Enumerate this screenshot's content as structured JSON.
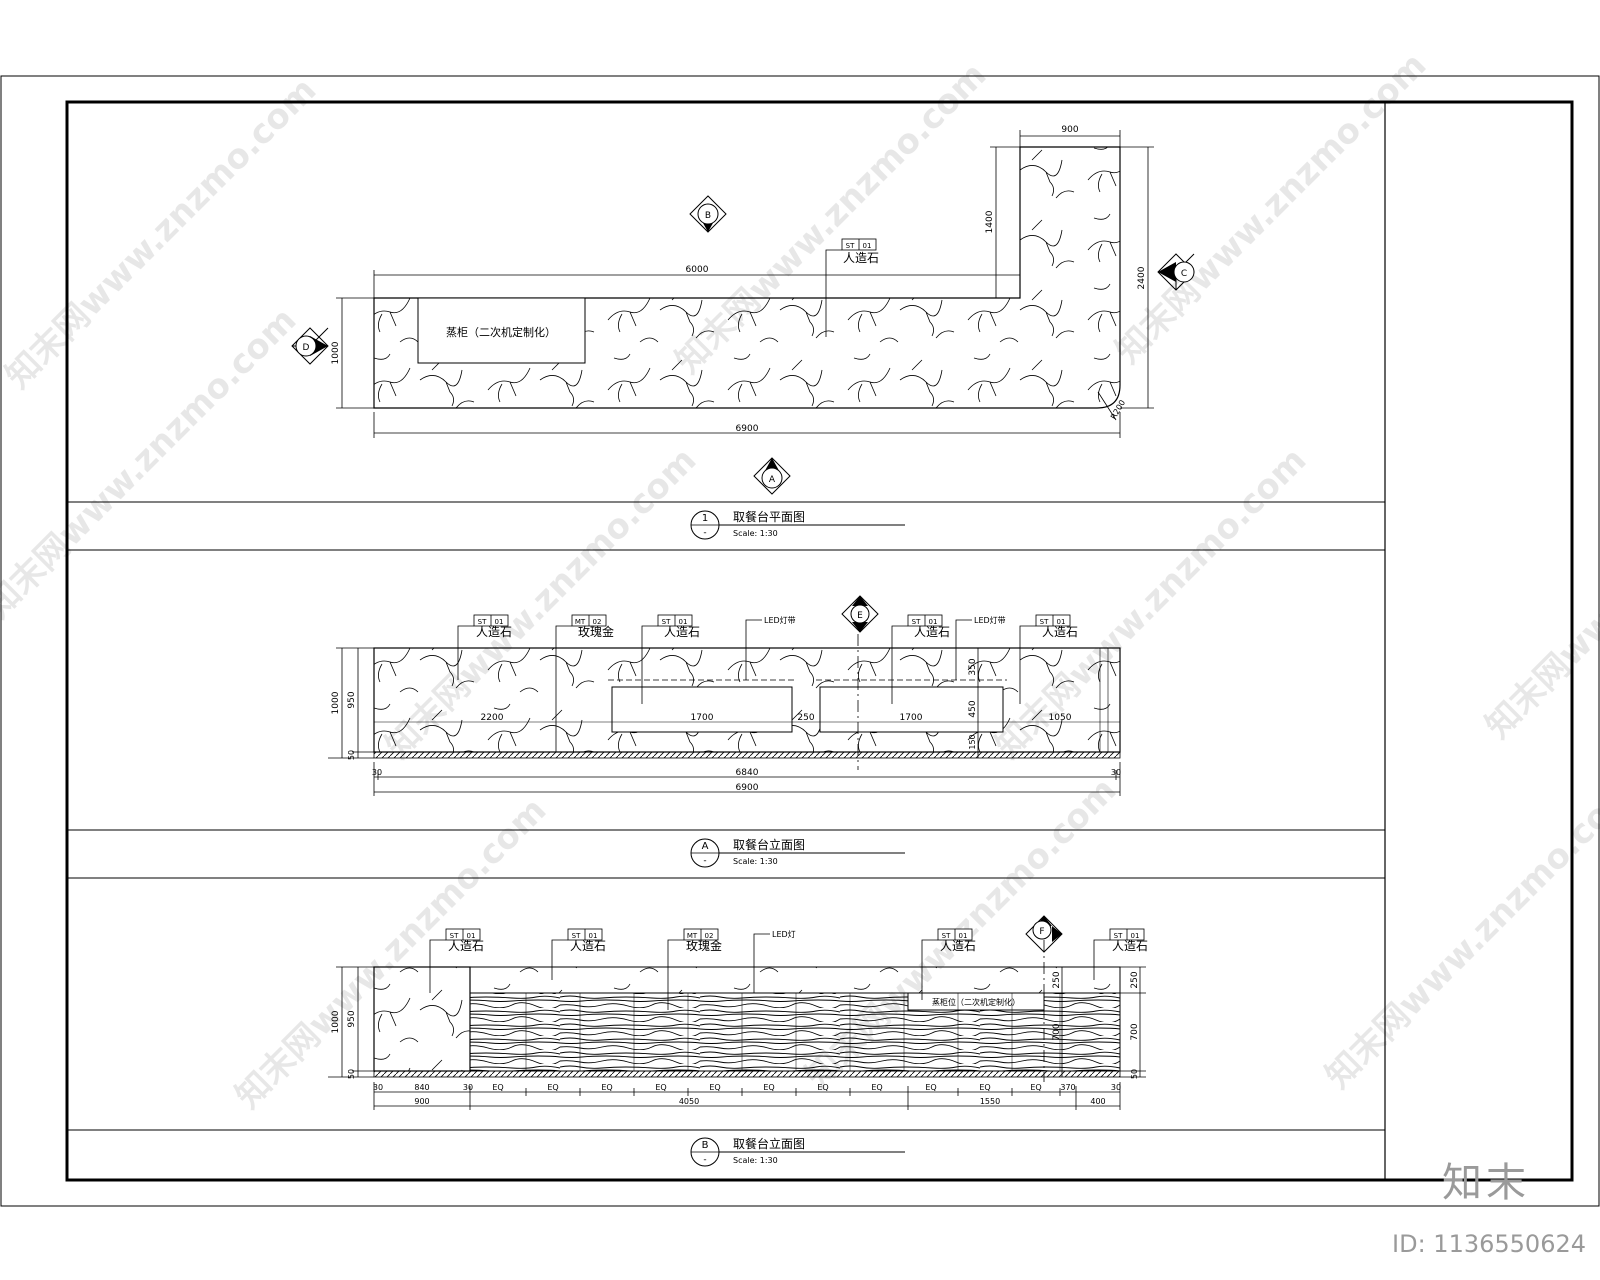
{
  "plan": {
    "dims": {
      "top_width": "6000",
      "right_width": "900",
      "left_height": "1000",
      "return_height": "1400",
      "right_height": "2400",
      "total_width": "6900",
      "corner_radius": "R200"
    },
    "markers": {
      "b": "B",
      "c": "C",
      "d": "D",
      "a": "A"
    },
    "tag": {
      "code": "ST",
      "num": "01",
      "material": "人造石"
    },
    "recess_label": "蒸柜（二次机定制化）",
    "title_num": "1",
    "title_sub": "-",
    "title": "取餐台平面图",
    "scale": "Scale: 1:30"
  },
  "elev_a": {
    "tags": [
      {
        "code": "ST",
        "num": "01",
        "material": "人造石"
      },
      {
        "code": "MT",
        "num": "02",
        "material": "玫瑰金"
      },
      {
        "code": "ST",
        "num": "01",
        "material": "人造石"
      },
      {
        "code": "ST",
        "num": "01",
        "material": "人造石"
      },
      {
        "code": "ST",
        "num": "01",
        "material": "人造石"
      }
    ],
    "led_label_1": "LED灯带",
    "led_label_2": "LED灯带",
    "marker_e": "E",
    "dims": {
      "h_total": "1000",
      "h_body": "950",
      "h_base": "50",
      "seg_left": "2200",
      "opening_1": "1700",
      "gap": "250",
      "opening_2": "1700",
      "seg_right": "1050",
      "v_top": "350",
      "v_open": "450",
      "v_bottom": "150",
      "end_l": "30",
      "inner": "6840",
      "end_r": "30",
      "total": "6900"
    },
    "title_num": "A",
    "title_sub": "-",
    "title": "取餐台立面图",
    "scale": "Scale: 1:30"
  },
  "elev_b": {
    "tags": [
      {
        "code": "ST",
        "num": "01",
        "material": "人造石"
      },
      {
        "code": "ST",
        "num": "01",
        "material": "人造石"
      },
      {
        "code": "MT",
        "num": "02",
        "material": "玫瑰金"
      },
      {
        "code": "ST",
        "num": "01",
        "material": "人造石"
      },
      {
        "code": "ST",
        "num": "01",
        "material": "人造石"
      }
    ],
    "led_label": "LED灯",
    "marker_f": "F",
    "box_label": "蒸柜位（二次机定制化）",
    "dims": {
      "h_total": "1000",
      "h_body": "950",
      "h_base": "50",
      "r_top": "250",
      "r_body": "700",
      "r_base": "50",
      "mid_top": "250",
      "mid_body": "700",
      "d0": "30",
      "d1": "840",
      "d2": "30",
      "eq": "EQ",
      "d3": "370",
      "d4": "30",
      "g1": "900",
      "g2": "4050",
      "g3": "1550",
      "g4": "400"
    },
    "title_num": "B",
    "title_sub": "-",
    "title": "取餐台立面图",
    "scale": "Scale: 1:30"
  },
  "watermark": "知末网www.znzmo.com",
  "brand": "知末",
  "id_label": "ID: 1136550624"
}
